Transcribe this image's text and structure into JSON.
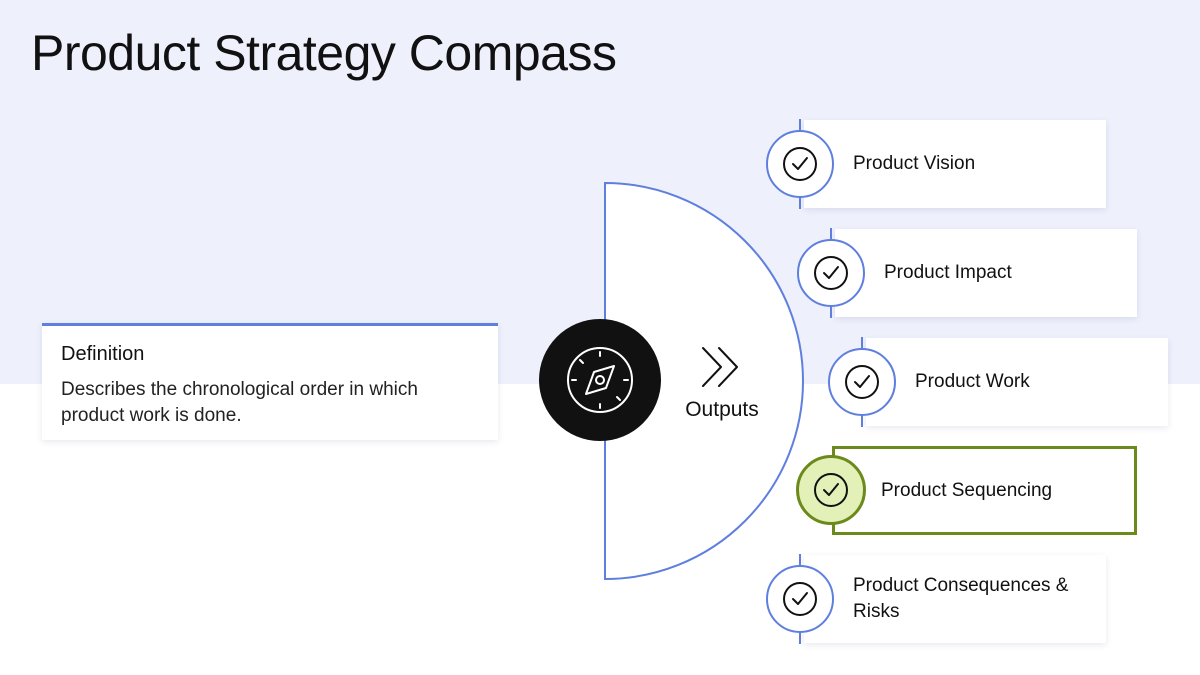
{
  "title": "Product Strategy Compass",
  "definition": {
    "heading": "Definition",
    "text": "Describes the chronological order in which product work is done."
  },
  "center": {
    "icon": "compass-icon",
    "arrow_icon": "double-chevron-right-icon",
    "label": "Outputs"
  },
  "outputs": [
    {
      "label": "Product Vision",
      "active": false
    },
    {
      "label": "Product Impact",
      "active": false
    },
    {
      "label": "Product Work",
      "active": false
    },
    {
      "label": "Product Sequencing",
      "active": true
    },
    {
      "label": "Product Consequences & Risks",
      "active": false
    }
  ],
  "colors": {
    "top_band": "#eef0fc",
    "accent_blue": "#5f7fe0",
    "active_green": "#6c8a1c",
    "active_fill": "#e3f0b8",
    "compass_disc": "#111111"
  }
}
